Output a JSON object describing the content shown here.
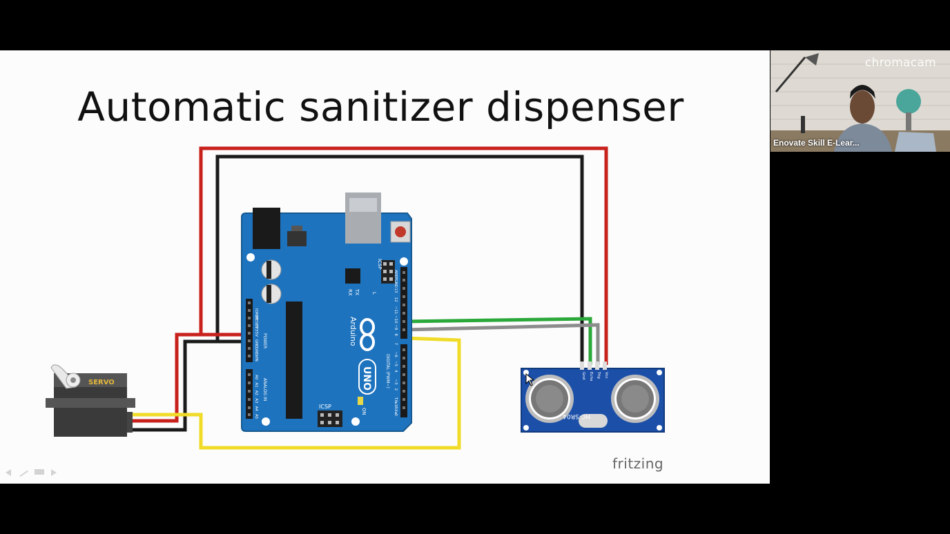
{
  "slide": {
    "title": "Automatic sanitizer dispenser",
    "logo_text": "fritzing",
    "board": {
      "brand": "Arduino",
      "model": "UNO",
      "labels": {
        "icsp": "ICSP",
        "icsp2": "ICSP",
        "reset": "RESET",
        "tx": "TX",
        "rx": "RX",
        "l": "L",
        "on": "ON",
        "power": "POWER",
        "analog_in": "ANALOG IN",
        "digital": "DIGITAL (PWM~)",
        "power_pins": [
          "IOREF",
          "RESET",
          "3V3",
          "5V",
          "GND",
          "GND",
          "VIN"
        ],
        "analog_pins": [
          "A0",
          "A1",
          "A2",
          "A3",
          "A4",
          "A5"
        ],
        "digital_pins": [
          "AREF",
          "GND",
          "13",
          "12",
          "~11",
          "~10",
          "~9",
          "8",
          "7",
          "~6",
          "~5",
          "4",
          "~3",
          "2",
          "TX▸1",
          "RX◂0"
        ]
      }
    },
    "servo": {
      "label": "SERVO"
    },
    "sensor": {
      "model": "HC-SR04",
      "pins": [
        "Vcc",
        "Trig",
        "Echo",
        "Gnd"
      ]
    },
    "wire_colors": {
      "power": "#c8211c",
      "ground": "#1a1a1a",
      "signal_servo": "#f0dc28",
      "trig": "#2aa83a",
      "echo": "#8c8c8c"
    },
    "board_color": "#1e73be",
    "sensor_color": "#1b4fa8"
  },
  "participant": {
    "name": "Enovate Skill E-Lear...",
    "watermark": "chromacam"
  }
}
